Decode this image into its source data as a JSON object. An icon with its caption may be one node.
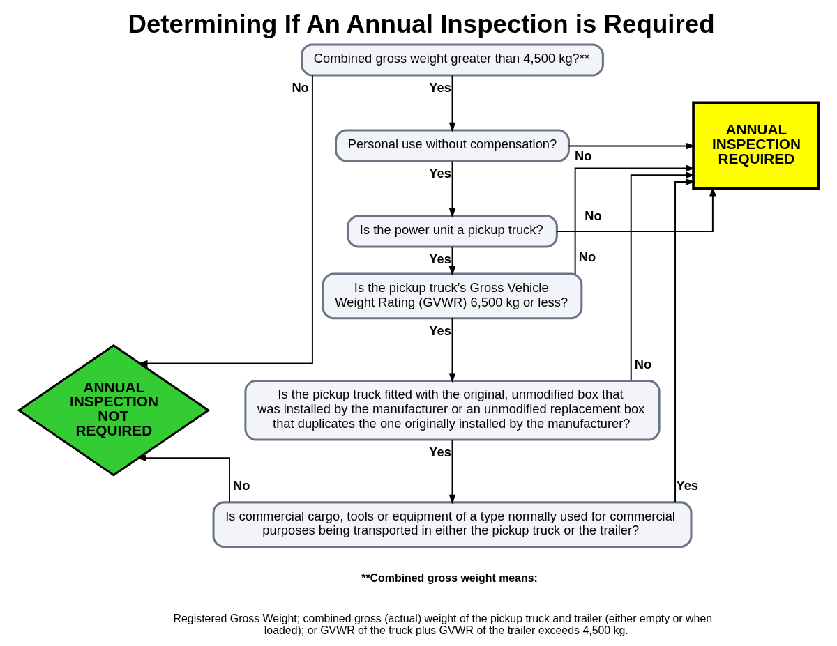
{
  "diagram": {
    "title": "Determining If An Annual Inspection is Required",
    "nodes": [
      {
        "text": [
          "Combined gross weight greater than 4,500 kg?**"
        ]
      },
      {
        "text": [
          "Personal use without compensation?"
        ]
      },
      {
        "text": [
          "Is the power unit a pickup truck?"
        ]
      },
      {
        "text": [
          "Is the pickup truck’s Gross Vehicle Weight Rating (GVWR) 6,500 kg or less?"
        ]
      },
      {
        "text": [
          "Is the pickup truck fitted with the original, unmodified box that was installed by the manufacturer or an unmodified replacement box that duplicates the one originally installed by the manufacturer?"
        ]
      },
      {
        "text": [
          "Is commercial cargo, tools or equipment of a type normally used for commercial purposes being transported in either the pickup truck or the trailer?"
        ]
      },
      {
        "text": [
          "ANNUAL INSPECTION REQUIRED"
        ]
      },
      {
        "text": [
          "ANNUAL INSPECTION NOT REQUIRED"
        ]
      }
    ],
    "edges": [
      {
        "from": 0,
        "to": 7,
        "arrow": "to",
        "label": "No"
      },
      {
        "from": 0,
        "to": 1,
        "arrow": "to",
        "label": "Yes"
      },
      {
        "from": 1,
        "to": 6,
        "arrow": "to",
        "label": "No"
      },
      {
        "from": 1,
        "to": 2,
        "arrow": "to",
        "label": "Yes"
      },
      {
        "from": 2,
        "to": 6,
        "arrow": "to",
        "label": "No"
      },
      {
        "from": 2,
        "to": 3,
        "arrow": "to",
        "label": "Yes"
      },
      {
        "from": 3,
        "to": 6,
        "arrow": "to",
        "label": "No"
      },
      {
        "from": 3,
        "to": 4,
        "arrow": "to",
        "label": "Yes"
      },
      {
        "from": 4,
        "to": 6,
        "arrow": "to",
        "label": "No"
      },
      {
        "from": 4,
        "to": 5,
        "arrow": "to",
        "label": "Yes"
      },
      {
        "from": 5,
        "to": 7,
        "arrow": "to",
        "label": "No"
      },
      {
        "from": 5,
        "to": 6,
        "arrow": "to",
        "label": "Yes"
      }
    ],
    "labels": [
      "**Combined gross weight means:",
      "Registered Gross Weight; combined gross (actual) weight of the pickup truck and trailer (either empty or when loaded); or GVWR of the truck plus GVWR of the trailer exceeds 4,500 kg."
    ]
  }
}
